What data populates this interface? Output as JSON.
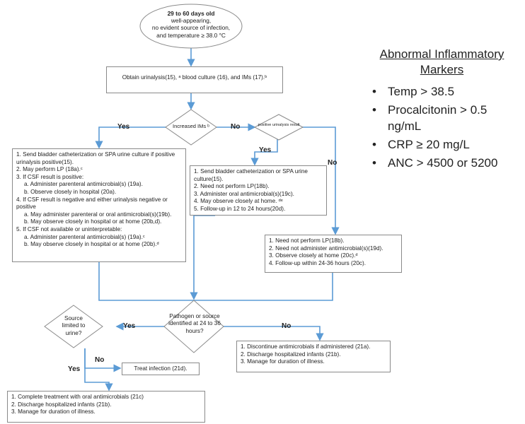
{
  "start": {
    "age": "29 to 60 days old",
    "l2": "well-appearing,",
    "l3": "no evident source of infection,",
    "l4": "and temperature ≥ 38.0 °C"
  },
  "obtain": "Obtain urinalysis(15), ᵃ blood culture (16), and IMs (17).ᵇ",
  "d1": "Increased IMs ᵇ",
  "d2": "positive urinalysis result",
  "d3": "Pathogen or source identified at 24 to 36 hours?",
  "d4": "Source limited to urine?",
  "labels": {
    "yes": "Yes",
    "no": "No"
  },
  "box_left": [
    "1. Send bladder catheterization or SPA urine culture if positive urinalysis positive(15).",
    "2. May perform LP (18a).ᶜ",
    "3. If CSF result is positive:",
    "a. Administer parenteral antimicrobial(s) (19a).",
    "b. Observe closely in hospital (20a).",
    "4. If CSF result is negative and either urinalysis negative or positive",
    "a. May administer parenteral or oral antimicrobial(s)(19b).",
    "b. May observe closely in hospital or at home (20b,d).",
    "5. If CSF not available or uninterpretable:",
    "a. Administer parenteral antimicrobial(s) (19a).ᶜ",
    "b. May observe closely in hospital or at home (20b).ᵈ"
  ],
  "box_mid": [
    "1. Send bladder catheterization or SPA urine culture(15).",
    "2. Need not perform LP(18b).",
    "3. Administer oral antimicrobial(s)(19c).",
    "4. May observe closely at home. ᵈᵉ",
    "5. Follow-up in 12 to 24 hours(20d)."
  ],
  "box_right": [
    "1. Need not perform LP(18b).",
    "2. Need not administer antimicrobial(s)(19d).",
    "3. Observe closely at home (20c).ᵈ",
    "4. Follow-up within 24-36 hours (20c)."
  ],
  "box_no": [
    "1. Discontinue antimicrobials if administered (21a).",
    "2. Discharge hospitalized infants (21b).",
    "3. Manage for duration of illness."
  ],
  "treat": "Treat infection (21d).",
  "box_bottom": [
    "1. Complete treatment with oral antimicrobials (21c)",
    "2. Discharge hospitalized infants (21b).",
    "3. Manage for duration of illness."
  ],
  "panel": {
    "title_l1": "Abnormal Inflammatory",
    "title_l2": "Markers",
    "items": [
      "Temp > 38.5",
      "Procalcitonin > 0.5 ng/mL",
      "CRP ≥ 20 mg/L",
      "ANC > 4500 or 5200"
    ]
  },
  "colors": {
    "arrow": "#5b9bd5",
    "border": "#8a8a8a"
  }
}
